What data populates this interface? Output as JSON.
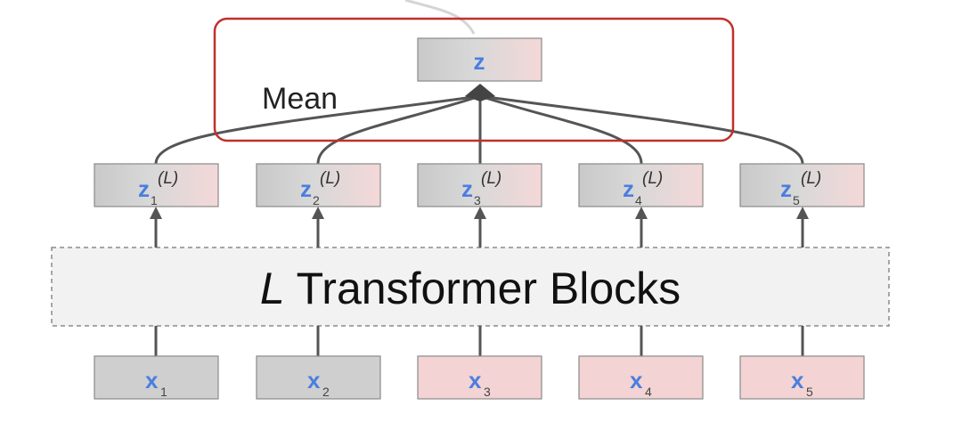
{
  "mean_label": "Mean",
  "blocks": {
    "italic": "L",
    "rest": " Transformer Blocks"
  },
  "output": {
    "var": "z"
  },
  "hidden": [
    {
      "var": "z",
      "sub": "1",
      "sup": "(L)"
    },
    {
      "var": "z",
      "sub": "2",
      "sup": "(L)"
    },
    {
      "var": "z",
      "sub": "3",
      "sup": "(L)"
    },
    {
      "var": "z",
      "sub": "4",
      "sup": "(L)"
    },
    {
      "var": "z",
      "sub": "5",
      "sup": "(L)"
    }
  ],
  "inputs": [
    {
      "var": "x",
      "sub": "1",
      "fill": "gray"
    },
    {
      "var": "x",
      "sub": "2",
      "fill": "gray"
    },
    {
      "var": "x",
      "sub": "3",
      "fill": "pink"
    },
    {
      "var": "x",
      "sub": "4",
      "fill": "pink"
    },
    {
      "var": "x",
      "sub": "5",
      "fill": "pink"
    }
  ],
  "colors": {
    "highlight_box": "#c0302a",
    "gray_fill": "#cfcfcf",
    "pink_fill": "#f3d3d3",
    "variable_text": "#4a7ee0",
    "edge": "#555555"
  }
}
